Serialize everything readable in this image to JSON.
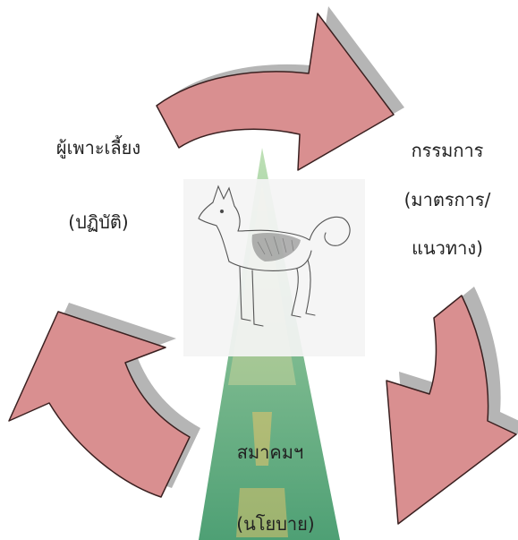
{
  "colors": {
    "arrow_fill": "#d98f90",
    "arrow_stroke": "#3a2020",
    "arrow_shadow": "#b5b5b5",
    "watermark_green": "#2f8f5c",
    "watermark_yellow": "#e9c56a",
    "picture_bg": "#f4f4f4"
  },
  "image": {
    "subject": "dog-sketch"
  },
  "labels": {
    "breeders": "ผู้เพาะเลี้ยง",
    "breeders_role": "(ปฏิบัติ)",
    "committee": "กรรมการ",
    "committee_role_1": "(มาตรการ/",
    "committee_role_2": "แนวทาง)",
    "association": "สมาคมฯ",
    "association_role": "(นโยบาย)"
  }
}
